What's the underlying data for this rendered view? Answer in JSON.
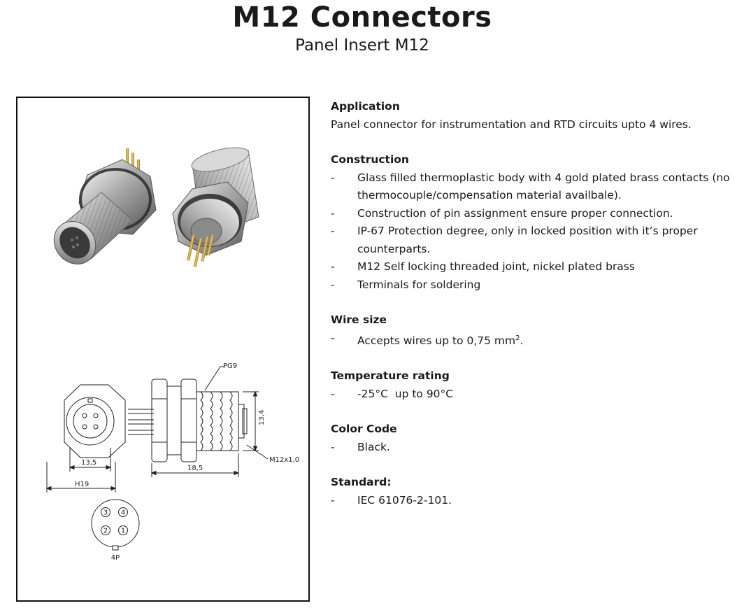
{
  "header": {
    "title": "M12 Connectors",
    "subtitle": "Panel Insert M12"
  },
  "figure": {
    "drawing_labels": {
      "pg9": "PG9",
      "dim_13_4": "13,4",
      "dim_13_5": "13,5",
      "dim_18_5": "18,5",
      "dim_h19": "H19",
      "thread": "M12x1,0",
      "pin_1": "1",
      "pin_2": "2",
      "pin_3": "3",
      "pin_4": "4",
      "pin_config": "4P"
    }
  },
  "spec": {
    "application": {
      "heading": "Application",
      "text": "Panel connector for instrumentation and RTD circuits upto 4 wires."
    },
    "construction": {
      "heading": "Construction",
      "items": [
        "Glass filled thermoplastic body with 4 gold plated brass contacts (no thermocouple/compensation material availbale).",
        "Construction of pin assignment ensure proper connection.",
        "IP-67 Protection degree, only in locked position with it’s proper counterparts.",
        "M12 Self locking threaded joint, nickel plated brass",
        "Terminals for soldering"
      ]
    },
    "wire_size": {
      "heading": "Wire size",
      "item_text": "Accepts wires up to 0,75 mm",
      "item_sup": "2",
      "item_end": "."
    },
    "temperature": {
      "heading": "Temperature rating",
      "item": "-25°C  up to 90°C"
    },
    "color_code": {
      "heading": "Color Code",
      "item": "Black."
    },
    "standard": {
      "heading": "Standard:",
      "item": "IEC 61076-2-101."
    },
    "bullet": "-"
  }
}
